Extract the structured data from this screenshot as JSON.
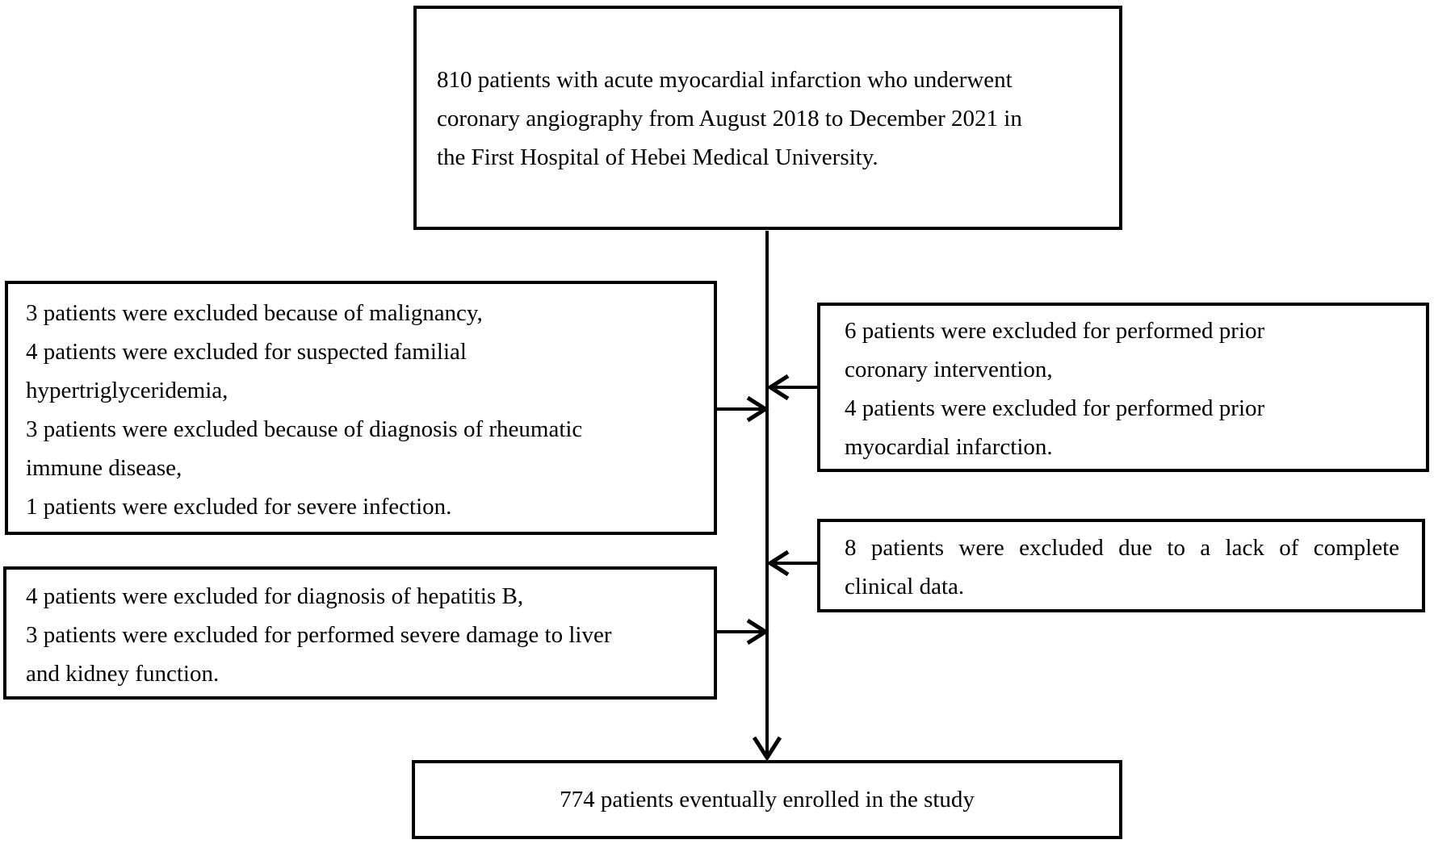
{
  "figure": {
    "background_color": "#ffffff",
    "line_color": "#000000",
    "text_color": "#000000",
    "boxes": {
      "initial": {
        "lines": [
          "810 patients with acute myocardial infarction who underwent",
          "coronary angiography from August 2018 to December 2021 in",
          "the First Hospital of Hebei Medical University."
        ]
      },
      "excluded_left_top": {
        "lines": [
          "3 patients were excluded because of malignancy,",
          "4 patients were excluded for suspected familial",
          "hypertriglyceridemia,",
          "3 patients were excluded because of diagnosis of rheumatic",
          "immune disease,",
          "1 patients were excluded for severe infection."
        ]
      },
      "excluded_right_top": {
        "lines": [
          "6 patients were excluded for performed prior",
          "coronary intervention,",
          "4 patients were excluded for performed prior",
          "myocardial infarction."
        ]
      },
      "excluded_right_bottom": {
        "lines": [
          "8 patients were excluded due to a lack of complete",
          "clinical data."
        ]
      },
      "excluded_left_bottom": {
        "lines": [
          "4 patients were excluded for diagnosis of hepatitis B,",
          "3 patients were excluded for performed severe damage to liver",
          "and kidney function."
        ]
      },
      "final": {
        "text": "774 patients eventually enrolled in the study"
      }
    }
  }
}
